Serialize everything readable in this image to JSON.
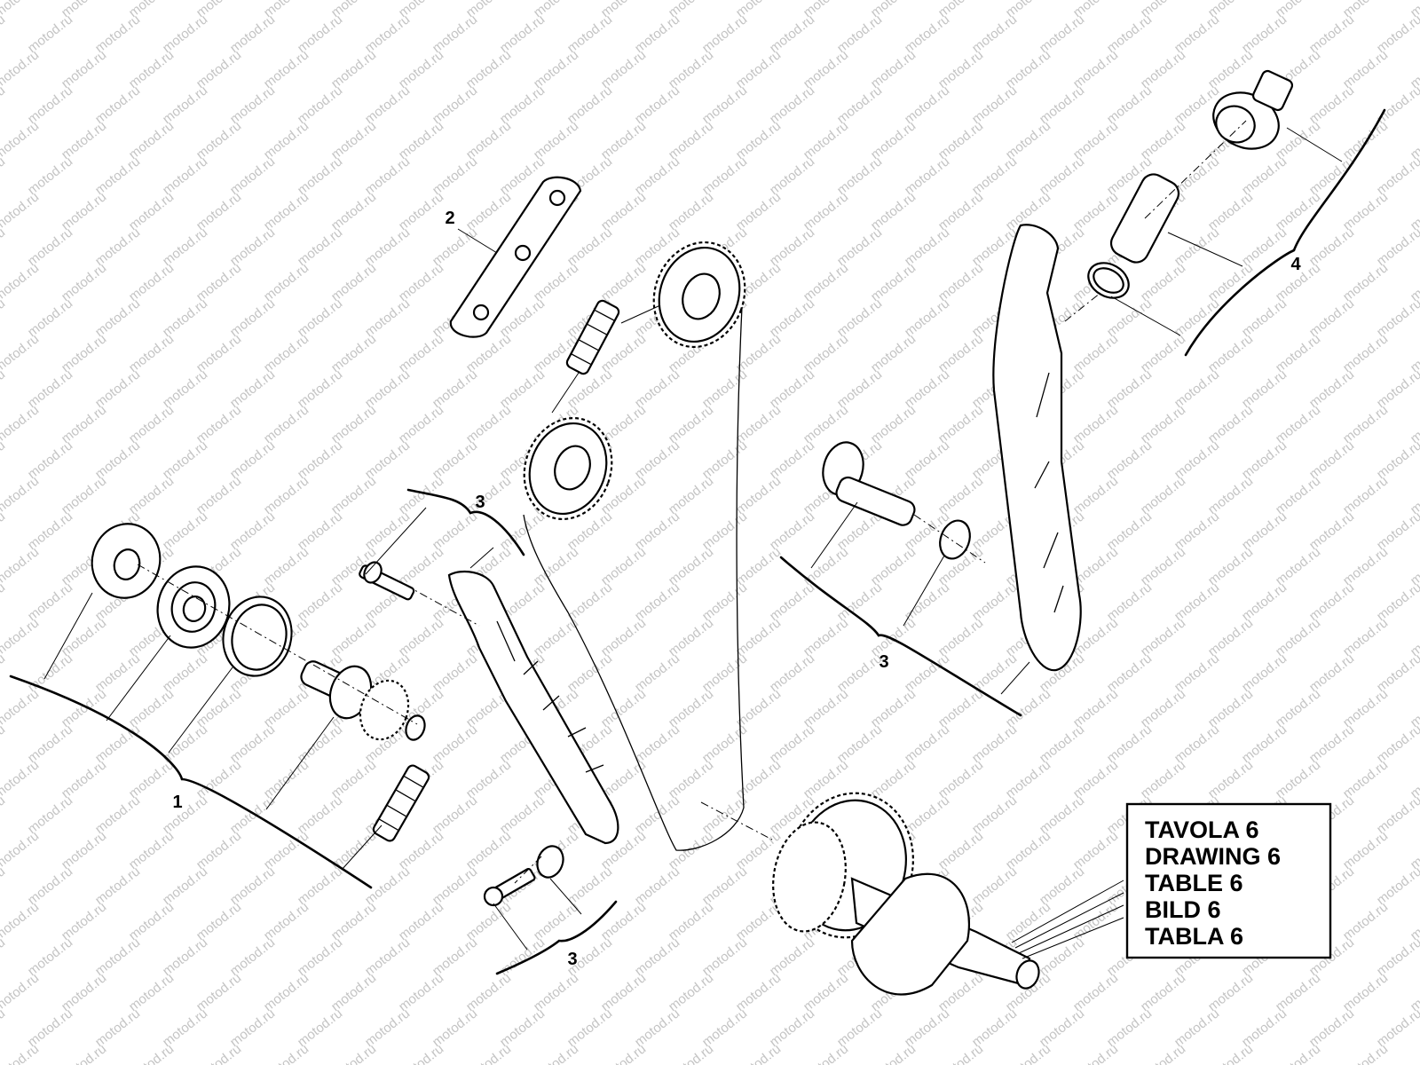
{
  "watermark": "motod.ru",
  "callouts": [
    "1",
    "2",
    "3",
    "3",
    "3",
    "4"
  ],
  "reference_box": {
    "lines": [
      "TAVOLA 6",
      "DRAWING 6",
      "TABLE 6",
      "BILD 6",
      "TABLA 6"
    ]
  }
}
